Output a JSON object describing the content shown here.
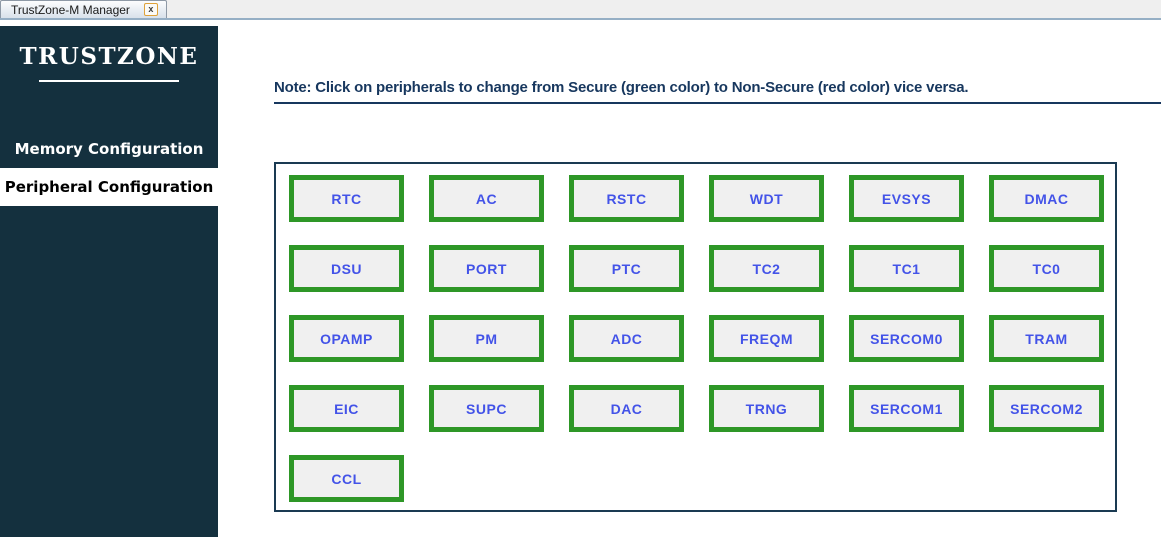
{
  "tab": {
    "title": "TrustZone-M Manager",
    "close_glyph": "x"
  },
  "sidebar": {
    "logo": "TRUSTZONE",
    "items": [
      {
        "label": "Memory Configuration",
        "selected": false
      },
      {
        "label": "Peripheral Configuration",
        "selected": true
      }
    ]
  },
  "note": "Note: Click on peripherals to change from Secure (green color) to Non-Secure (red color) vice versa.",
  "peripherals": [
    {
      "label": "RTC",
      "state": "secure"
    },
    {
      "label": "AC",
      "state": "secure"
    },
    {
      "label": "RSTC",
      "state": "secure"
    },
    {
      "label": "WDT",
      "state": "secure"
    },
    {
      "label": "EVSYS",
      "state": "secure"
    },
    {
      "label": "DMAC",
      "state": "secure"
    },
    {
      "label": "DSU",
      "state": "secure"
    },
    {
      "label": "PORT",
      "state": "secure"
    },
    {
      "label": "PTC",
      "state": "secure"
    },
    {
      "label": "TC2",
      "state": "secure"
    },
    {
      "label": "TC1",
      "state": "secure"
    },
    {
      "label": "TC0",
      "state": "secure"
    },
    {
      "label": "OPAMP",
      "state": "secure"
    },
    {
      "label": "PM",
      "state": "secure"
    },
    {
      "label": "ADC",
      "state": "secure"
    },
    {
      "label": "FREQM",
      "state": "secure"
    },
    {
      "label": "SERCOM0",
      "state": "secure"
    },
    {
      "label": "TRAM",
      "state": "secure"
    },
    {
      "label": "EIC",
      "state": "secure"
    },
    {
      "label": "SUPC",
      "state": "secure"
    },
    {
      "label": "DAC",
      "state": "secure"
    },
    {
      "label": "TRNG",
      "state": "secure"
    },
    {
      "label": "SERCOM1",
      "state": "secure"
    },
    {
      "label": "SERCOM2",
      "state": "secure"
    },
    {
      "label": "CCL",
      "state": "secure"
    }
  ],
  "colors": {
    "secure_border": "#2e9727",
    "non_secure_border": "#cc2222",
    "sidebar_bg": "#14303e",
    "note_text": "#17375e",
    "button_text": "#4353e8",
    "button_bg": "#f0f0f0"
  }
}
